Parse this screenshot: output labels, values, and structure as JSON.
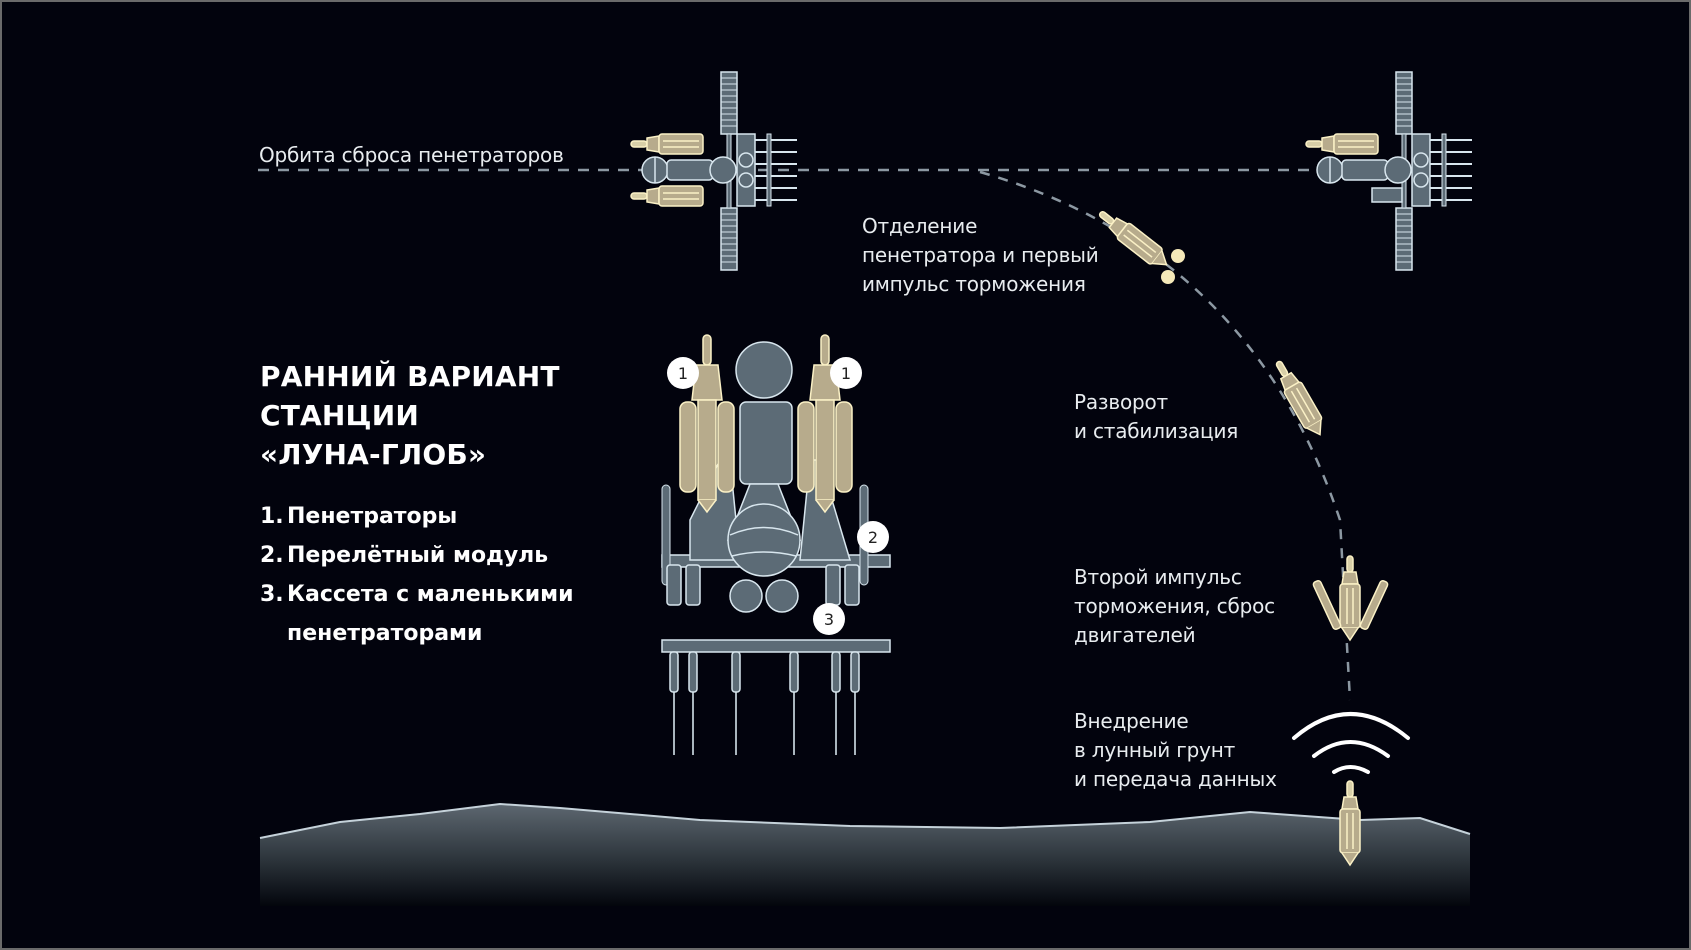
{
  "diagram": {
    "title_lines": [
      "РАННИЙ ВАРИАНТ",
      "СТАНЦИИ",
      "«ЛУНА-ГЛОБ»"
    ],
    "legend": [
      {
        "num": "1.",
        "text": "Пенетраторы"
      },
      {
        "num": "2.",
        "text": "Перелётный модуль"
      },
      {
        "num": "3.",
        "text": "Кассета с маленькими",
        "cont": "пенетраторами"
      }
    ],
    "callouts": {
      "1": "1",
      "2": "2",
      "3": "3"
    },
    "stages": {
      "orbit": "Орбита сброса пенетраторов",
      "separation": [
        "Отделение",
        "пенетратора и первый",
        "импульс торможения"
      ],
      "turn": [
        "Разворот",
        "и стабилизация"
      ],
      "second_impulse": [
        "Второй импульс",
        "торможения, сброс",
        "двигателей"
      ],
      "impact": [
        "Внедрение",
        "в лунный грунт",
        "и передача данных"
      ]
    },
    "colors": {
      "background": "#02030d",
      "structure": "#5c6b76",
      "outline": "#d8e6ee",
      "penetrator": "#b7ab8c",
      "penetrator_outline": "#fbf1c6",
      "trajectory": "#8c98a2",
      "surface_top": "#5d6770"
    }
  }
}
